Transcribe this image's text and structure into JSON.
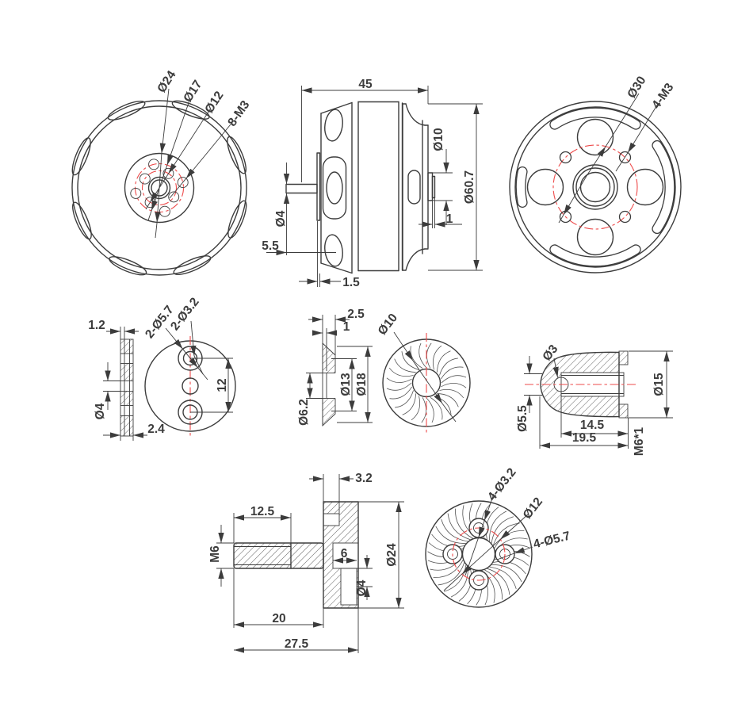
{
  "drawing": {
    "background": "#ffffff",
    "line_color": "#3d3d3d",
    "centerline_color": "#ee4b4b",
    "views": {
      "motor_front": {
        "dims": {
          "hub_od": "Ø24",
          "bolt_circle_outer": "Ø17",
          "bolt_circle_inner": "Ø12",
          "mount_holes": "8-M3"
        }
      },
      "motor_side": {
        "dims": {
          "body_length": "45",
          "shaft_boss_od": "Ø10",
          "body_od": "Ø60.7",
          "shaft_od": "Ø4",
          "shaft_protrusion": "5.5",
          "boss_step": "1",
          "mount_plate_thickness": "1.5"
        }
      },
      "motor_back": {
        "dims": {
          "bolt_circle": "Ø30",
          "mount_holes": "4-M3"
        }
      },
      "mount_disc": {
        "dims": {
          "plate_thickness": "1.2",
          "countersunk_holes": "2-Ø3.2",
          "counterbore_holes": "2-Ø5.7",
          "hole_spacing": "12",
          "center_bore": "Ø4",
          "hub_thickness": "2.4"
        }
      },
      "knurled_washer": {
        "dims": {
          "thickness": "2.5",
          "step": "1",
          "knurl_od": "Ø10",
          "cone_od": "Ø13",
          "outer_od": "Ø18",
          "bore": "Ø6.2"
        }
      },
      "prop_nut": {
        "dims": {
          "tip_hole": "Ø3",
          "tip_od": "Ø5.5",
          "outer_od": "Ø15",
          "thread_depth": "14.5",
          "overall_length": "19.5",
          "thread": "M6*1"
        }
      },
      "prop_adapter": {
        "dims": {
          "hub_width": "3.2",
          "thread_length": "12.5",
          "thread": "M6",
          "socket_width": "6",
          "flange_od": "Ø24",
          "pin_hole": "Ø4",
          "shaft_length": "20",
          "overall_length": "27.5"
        }
      },
      "adapter_flange": {
        "dims": {
          "small_holes": "4-Ø3.2",
          "bolt_circle": "Ø12",
          "large_holes": "4-Ø5.7"
        }
      }
    }
  }
}
